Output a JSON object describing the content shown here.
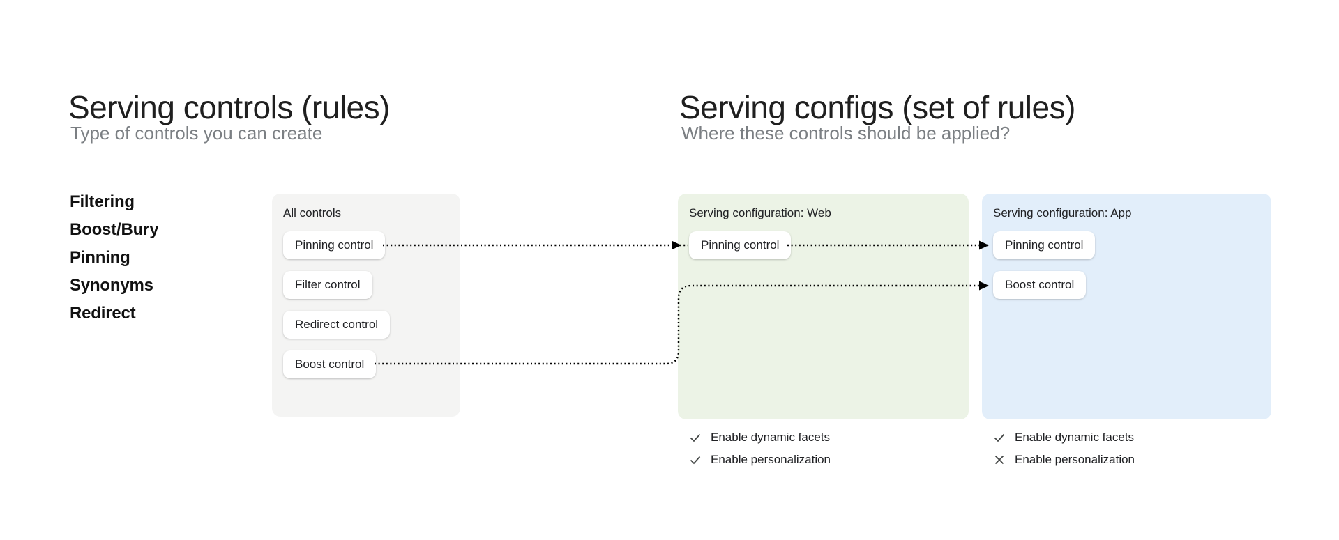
{
  "sections": {
    "controls": {
      "title": "Serving controls (rules)",
      "subtitle": "Type of controls you can create",
      "control_types": [
        "Filtering",
        "Boost/Bury",
        "Pinning",
        "Synonyms",
        "Redirect"
      ]
    },
    "configs": {
      "title": "Serving configs (set of rules)",
      "subtitle": "Where these controls should be applied?"
    }
  },
  "cards": {
    "all_controls": {
      "title": "All controls",
      "bg_color": "#f4f4f3",
      "controls": [
        "Pinning control",
        "Filter control",
        "Redirect control",
        "Boost control"
      ]
    },
    "web": {
      "title": "Serving configuration: Web",
      "bg_color": "#ecf3e6",
      "controls": [
        "Pinning control"
      ],
      "features": [
        {
          "icon": "check-icon",
          "label": "Enable dynamic facets"
        },
        {
          "icon": "check-icon",
          "label": "Enable personalization"
        }
      ]
    },
    "app": {
      "title": "Serving configuration: App",
      "bg_color": "#e2eefa",
      "controls": [
        "Pinning control",
        "Boost control"
      ],
      "features": [
        {
          "icon": "check-icon",
          "label": "Enable dynamic facets"
        },
        {
          "icon": "cross-icon",
          "label": "Enable personalization"
        }
      ]
    }
  },
  "connections": [
    {
      "from": "All controls / Pinning control",
      "to": "Serving configuration: Web / Pinning control",
      "style": "dotted-arrow"
    },
    {
      "from": "Serving configuration: Web / Pinning control",
      "to": "Serving configuration: App / Pinning control",
      "style": "dotted-arrow"
    },
    {
      "from": "All controls / Boost control",
      "to": "Serving configuration: App / Boost control",
      "style": "dotted-arrow"
    }
  ],
  "colors": {
    "heading": "#1f1f1f",
    "subtitle": "#7b7f83",
    "arrow": "#000000",
    "feature_icon": "#444746"
  }
}
